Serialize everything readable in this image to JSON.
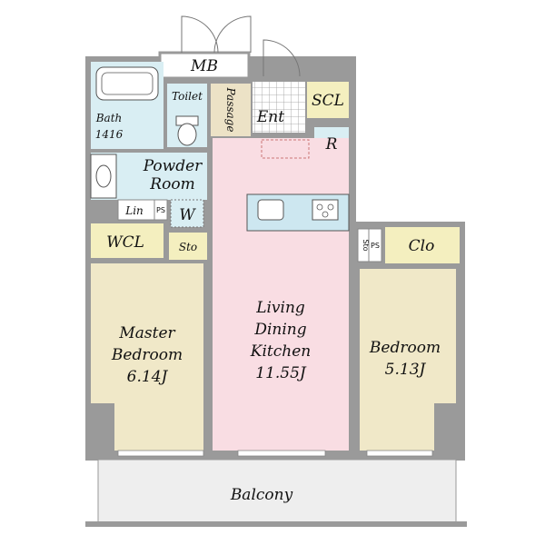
{
  "rooms": {
    "mb": "MB",
    "toilet": "Toilet",
    "passage": "Passage",
    "ent": "Ent",
    "scl": "SCL",
    "bath": "Bath",
    "bath_size": "1416",
    "powder_1": "Powder",
    "powder_2": "Room",
    "r": "R",
    "lin": "Lin",
    "ps": "PS",
    "w": "W",
    "wcl": "WCL",
    "sto": "Sto",
    "clo": "Clo",
    "master_1": "Master",
    "master_2": "Bedroom",
    "master_3": "6.14J",
    "ldk_1": "Living",
    "ldk_2": "Dining",
    "ldk_3": "Kitchen",
    "ldk_4": "11.55J",
    "bed_1": "Bedroom",
    "bed_2": "5.13J",
    "balcony": "Balcony"
  },
  "colors": {
    "wall": "#9a9a9a",
    "wet": "#d9eef3",
    "storage": "#f4efbf",
    "bedroom": "#f0e8c8",
    "ldk": "#f9dde3",
    "kitchen_counter": "#cde7f0",
    "passage": "#ece2c6",
    "balcony": "#eeeeee",
    "entrance_tile": "#ffffff"
  }
}
